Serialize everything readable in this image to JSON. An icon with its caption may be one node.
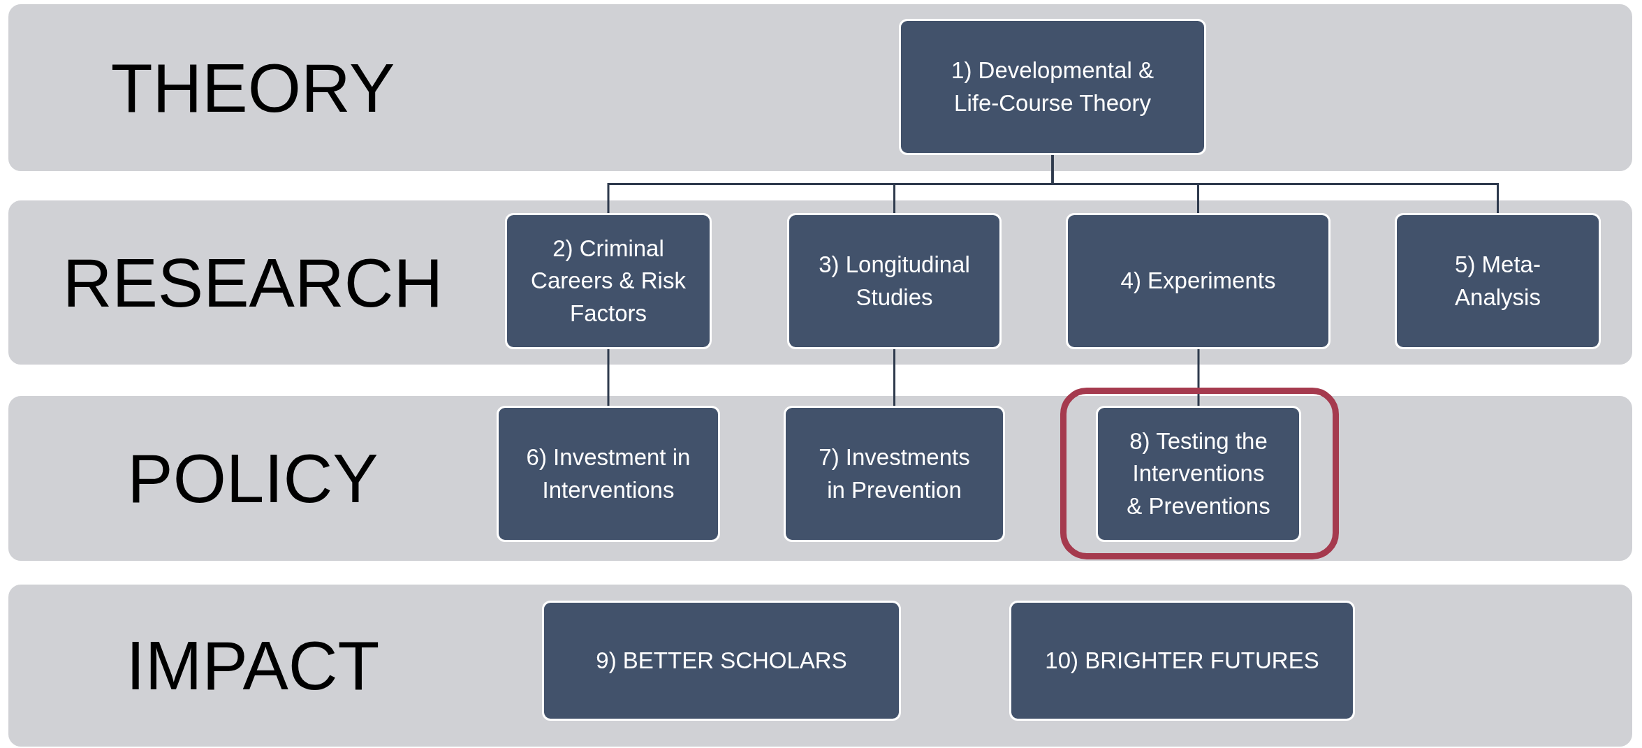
{
  "diagram": {
    "nodes": [
      {
        "text": [
          "THEORY"
        ]
      },
      {
        "text": [
          "1) Developmental & Life-Course Theory"
        ],
        "in": 0
      },
      {
        "text": [
          "RESEARCH"
        ]
      },
      {
        "text": [
          "2) Criminal Careers & Risk Factors"
        ],
        "in": 2
      },
      {
        "text": [
          "3) Longitudinal Studies"
        ],
        "in": 2
      },
      {
        "text": [
          "4) Experiments"
        ],
        "in": 2
      },
      {
        "text": [
          "5) Meta-Analysis"
        ],
        "in": 2
      },
      {
        "text": [
          "POLICY"
        ]
      },
      {
        "text": [
          "6) Investment in Interventions"
        ],
        "in": 7
      },
      {
        "text": [
          "7) Investments in Prevention"
        ],
        "in": 7
      },
      {
        "text": [],
        "shape": "box",
        "in": 7
      },
      {
        "text": [
          "8) Testing the Interventions & Preventions"
        ],
        "in": 10
      },
      {
        "text": [
          "IMPACT"
        ]
      },
      {
        "text": [
          "9) BETTER SCHOLARS"
        ],
        "in": 12
      },
      {
        "text": [
          "10) BRIGHTER FUTURES"
        ],
        "in": 12
      }
    ],
    "edges": [
      {
        "from": 1,
        "to": 3,
        "arrow": "none"
      },
      {
        "from": 1,
        "to": 4,
        "arrow": "none"
      },
      {
        "from": 1,
        "to": 5,
        "arrow": "none"
      },
      {
        "from": 1,
        "to": 6,
        "arrow": "none"
      },
      {
        "from": 3,
        "to": 8,
        "arrow": "none"
      },
      {
        "from": 4,
        "to": 9,
        "arrow": "none"
      },
      {
        "from": 5,
        "to": 11,
        "arrow": "none"
      }
    ]
  }
}
